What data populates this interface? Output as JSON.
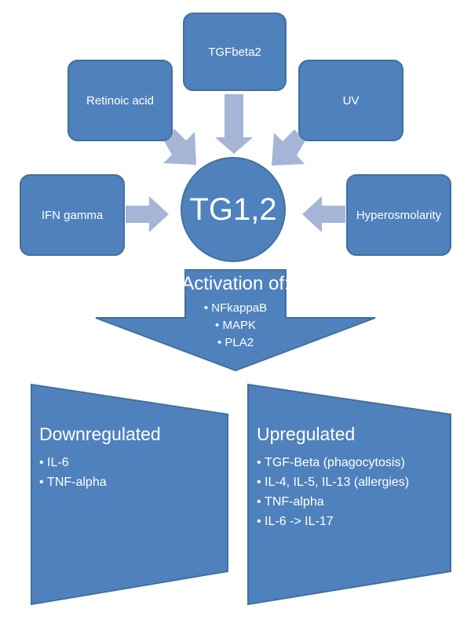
{
  "center": {
    "label": "TG1,2"
  },
  "inputs": [
    {
      "label": "TGFbeta2"
    },
    {
      "label": "Retinoic acid"
    },
    {
      "label": "UV"
    },
    {
      "label": "IFN gamma"
    },
    {
      "label": "Hyperosmolarity"
    }
  ],
  "activation": {
    "title": "Activation of:",
    "items": [
      "NFkappaB",
      "MAPK",
      "PLA2"
    ]
  },
  "downregulated": {
    "title": "Downregulated",
    "items": [
      "IL-6",
      "TNF-alpha"
    ]
  },
  "upregulated": {
    "title": "Upregulated",
    "items": [
      "TGF-Beta (phagocytosis)",
      "IL-4, IL-5, IL-13 (allergies)",
      "TNF-alpha",
      "IL-6 -> IL-17"
    ]
  },
  "colors": {
    "box": "#4f81bd",
    "border": "#41719c",
    "arrow": "#a5b5d5"
  }
}
